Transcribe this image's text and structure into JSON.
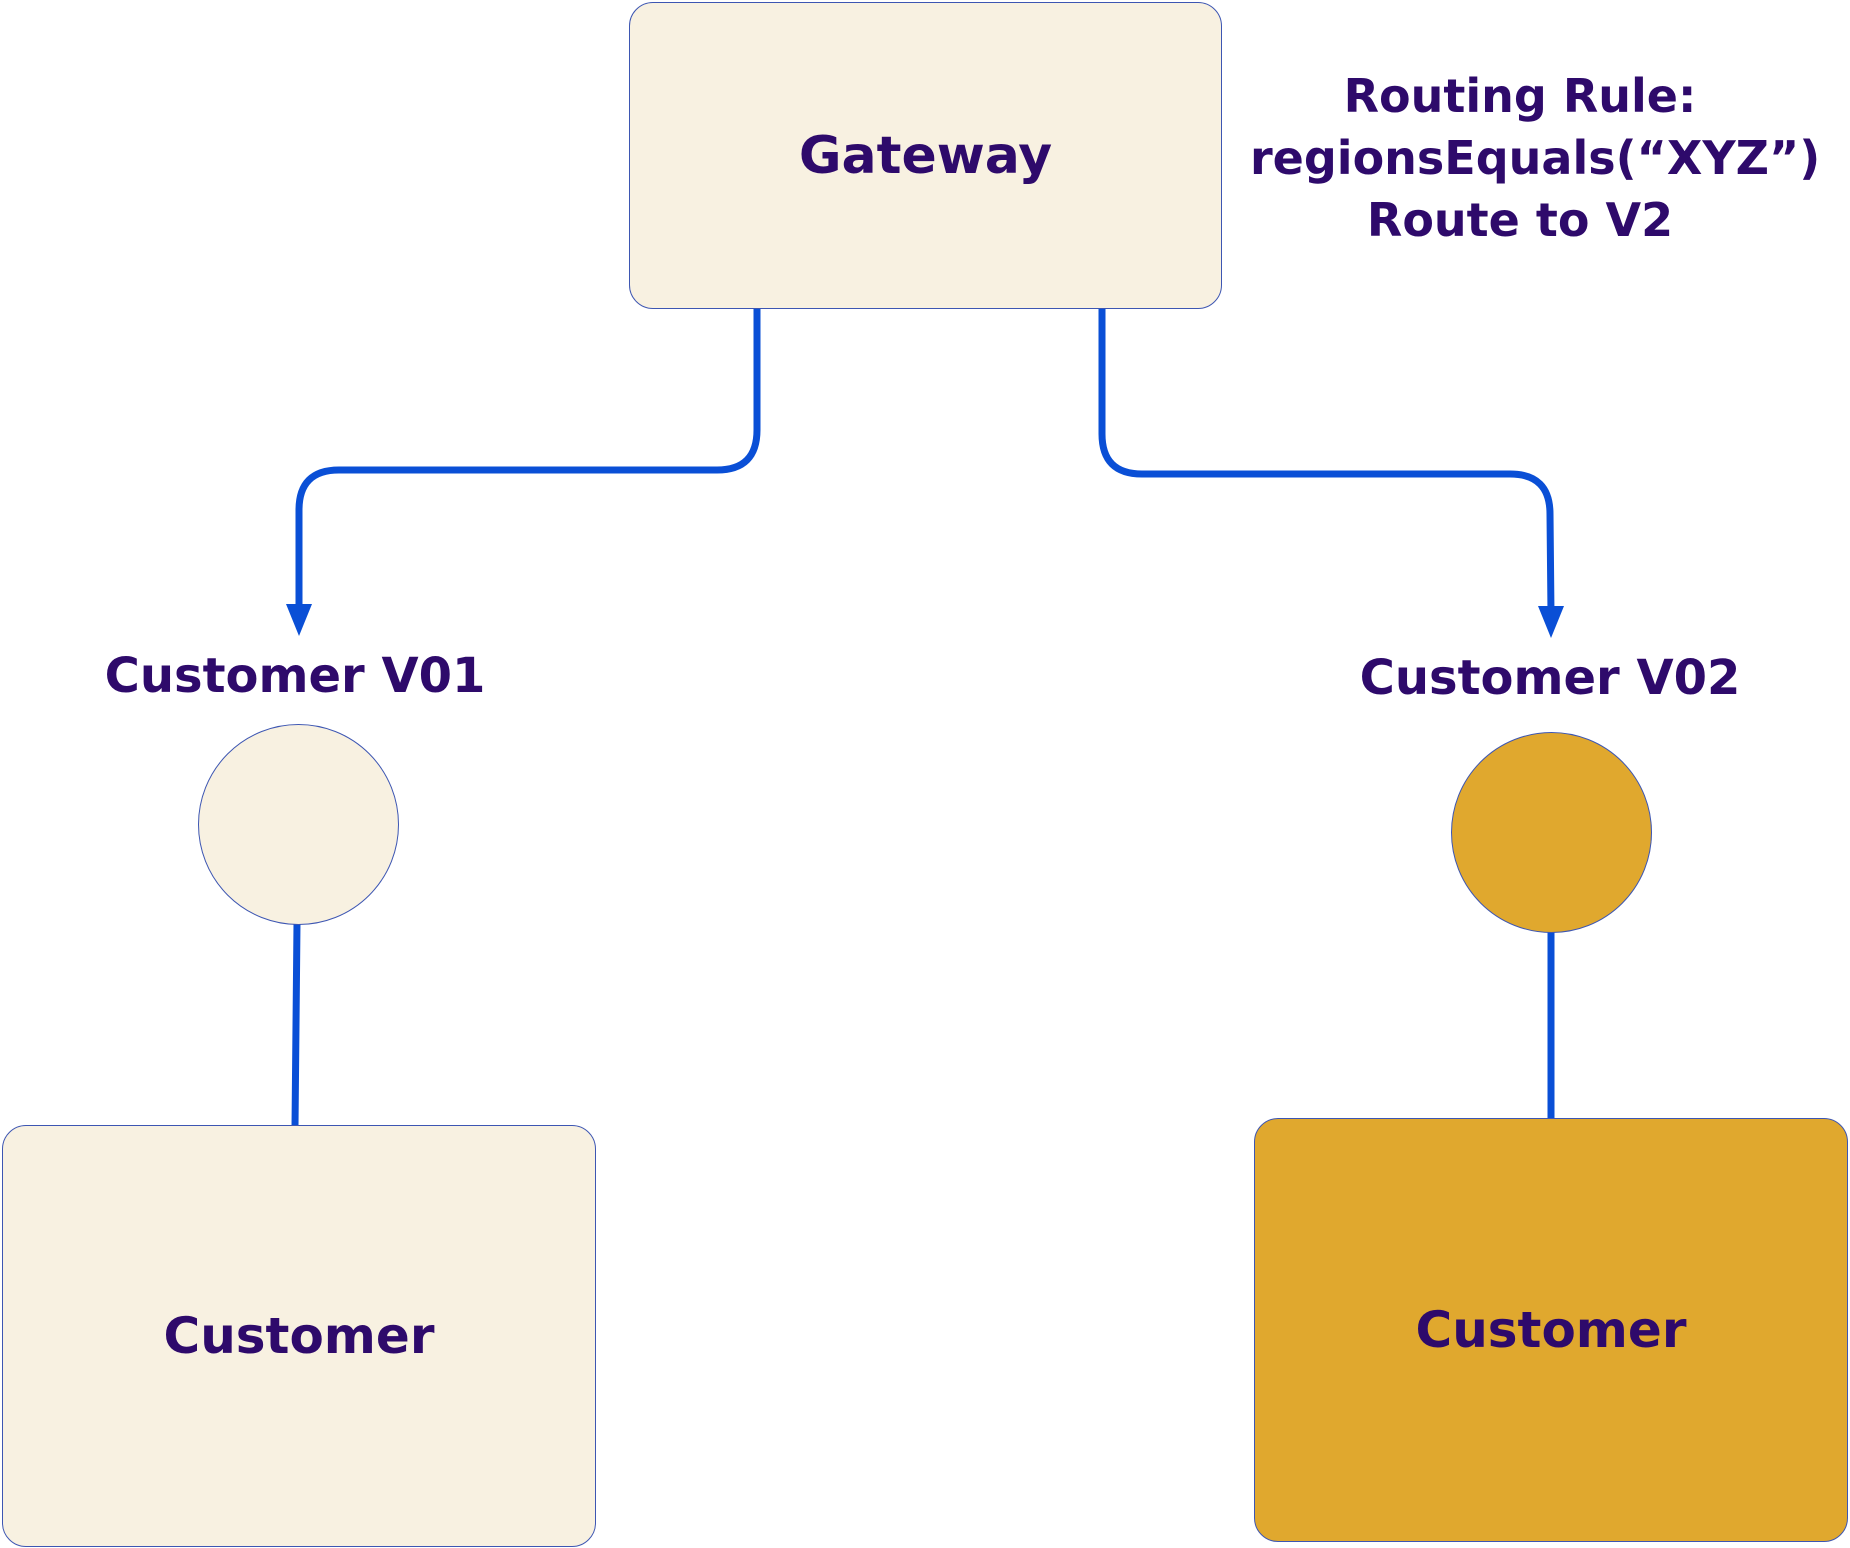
{
  "colors": {
    "box_light": "#f8f1e1",
    "box_accent": "#e0a82e",
    "text": "#2e0a6b",
    "connector": "#0a4fd6",
    "border": "#3d56b2"
  },
  "gateway": {
    "label": "Gateway"
  },
  "routing_rule": {
    "line1": "Routing Rule:",
    "line2": "regionsEquals(“XYZ”)",
    "line3": "Route to V2"
  },
  "v01": {
    "version_label": "Customer V01",
    "service_label": "Customer"
  },
  "v02": {
    "version_label": "Customer V02",
    "service_label": "Customer"
  }
}
